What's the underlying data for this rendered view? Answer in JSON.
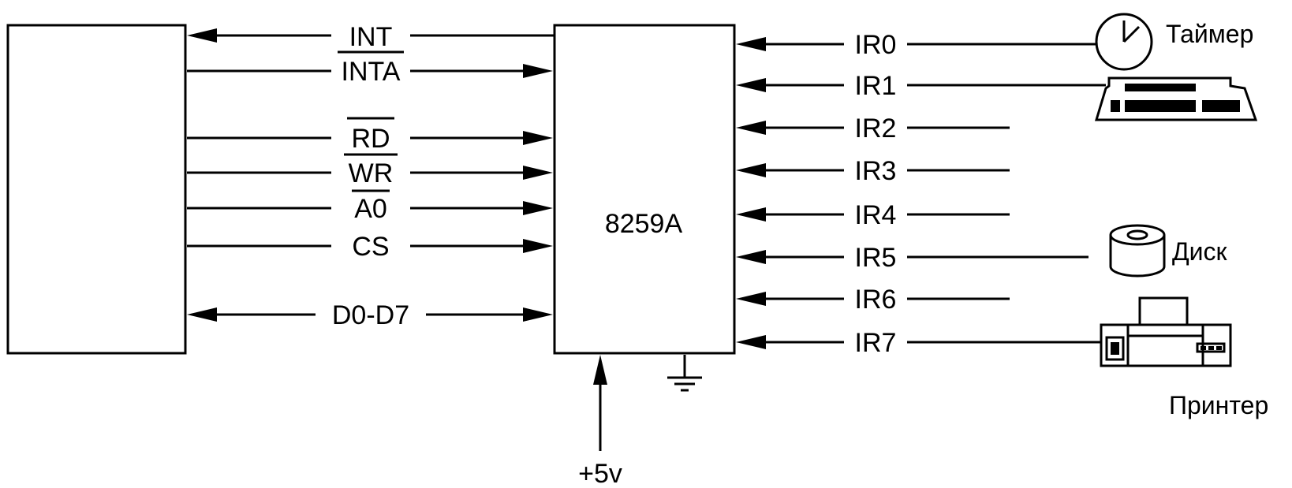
{
  "chip": {
    "label": "8259A"
  },
  "cpu_signals": {
    "int": "INT",
    "inta": "INTA",
    "rd": "RD",
    "wr": "WR",
    "a0": "A0",
    "cs": "CS",
    "data": "D0-D7"
  },
  "power": {
    "label": "+5v"
  },
  "irq_lines": [
    "IR0",
    "IR1",
    "IR2",
    "IR3",
    "IR4",
    "IR5",
    "IR6",
    "IR7"
  ],
  "devices": {
    "timer": "Таймер",
    "disk": "Диск",
    "printer": "Принтер"
  }
}
